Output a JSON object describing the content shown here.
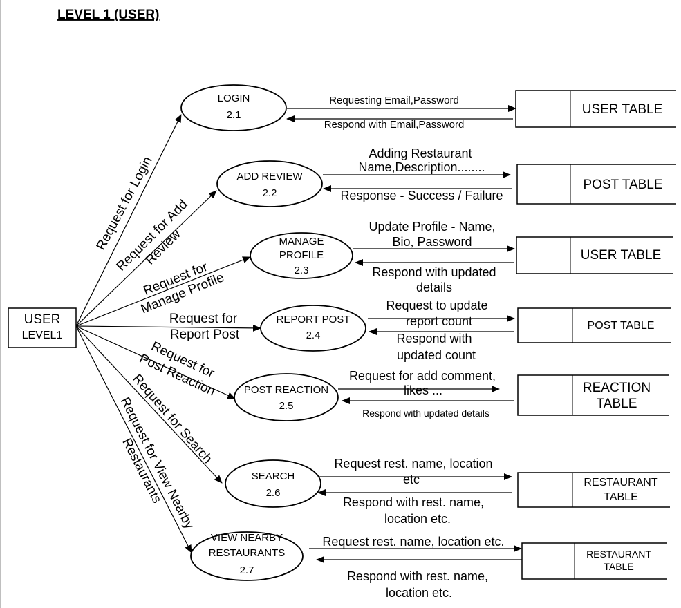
{
  "title": "LEVEL 1 (USER)",
  "external_entity": {
    "name": "USER",
    "sub": "LEVEL1"
  },
  "processes": [
    {
      "name": [
        "LOGIN"
      ],
      "number": "2.1"
    },
    {
      "name": [
        "ADD REVIEW"
      ],
      "number": "2.2"
    },
    {
      "name": [
        "MANAGE",
        "PROFILE"
      ],
      "number": "2.3"
    },
    {
      "name": [
        "REPORT POST"
      ],
      "number": "2.4"
    },
    {
      "name": [
        "POST REACTION"
      ],
      "number": "2.5"
    },
    {
      "name": [
        "SEARCH"
      ],
      "number": "2.6"
    },
    {
      "name": [
        "VIEW NEARBY",
        "RESTAURANTS"
      ],
      "number": "2.7"
    }
  ],
  "data_stores": [
    {
      "name": [
        "USER TABLE"
      ]
    },
    {
      "name": [
        "POST TABLE"
      ]
    },
    {
      "name": [
        "USER TABLE"
      ]
    },
    {
      "name": [
        "POST TABLE"
      ]
    },
    {
      "name": [
        "REACTION",
        "TABLE"
      ]
    },
    {
      "name": [
        "RESTAURANT",
        "TABLE"
      ]
    },
    {
      "name": [
        "RESTAURANT",
        "TABLE"
      ]
    }
  ],
  "user_flows": [
    {
      "label": [
        "Request for Login"
      ]
    },
    {
      "label": [
        "Request for Add",
        "Review"
      ]
    },
    {
      "label": [
        "Request for",
        "Manage  Profile"
      ]
    },
    {
      "label": [
        "Request for",
        "Report Post"
      ]
    },
    {
      "label": [
        "Request for",
        "Post Reaction"
      ]
    },
    {
      "label": [
        "Request for Search"
      ]
    },
    {
      "label": [
        "Request for View Nearby",
        "Restaurants"
      ]
    }
  ],
  "store_flows": [
    {
      "request": [
        "Requesting Email,Password"
      ],
      "response": [
        "Respond with Email,Password"
      ]
    },
    {
      "request": [
        "Adding Restaurant",
        "Name,Description........"
      ],
      "response": [
        "Response - Success / Failure"
      ]
    },
    {
      "request": [
        "Update Profile - Name,",
        "Bio, Password"
      ],
      "response": [
        "Respond with updated",
        "details"
      ]
    },
    {
      "request": [
        "Request to update",
        "report count"
      ],
      "response": [
        "Respond with",
        "updated count"
      ]
    },
    {
      "request": [
        "Request for add comment,",
        "likes ..."
      ],
      "response": [
        "Respond with updated details"
      ]
    },
    {
      "request": [
        "Request rest. name, location",
        "etc"
      ],
      "response": [
        "Respond with rest. name,",
        "location etc."
      ]
    },
    {
      "request": [
        "Request rest. name, location etc."
      ],
      "response": [
        "Respond with rest. name,",
        "location etc."
      ]
    }
  ]
}
